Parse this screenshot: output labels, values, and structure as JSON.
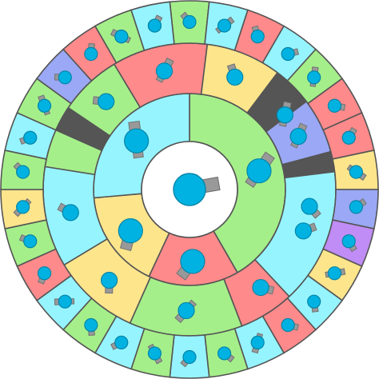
{
  "colors": {
    "green": "#a5ef8a",
    "cyan": "#96f4ff",
    "yellow": "#fde58c",
    "red": "#fe8a8b",
    "blue": "#9aa8f5",
    "purple": "#c08cf5",
    "locked": "#555555",
    "outline": "#555555",
    "tank_body": "#00b2e1",
    "tank_outline": "#0085a8",
    "barrel": "#999999",
    "barrel_outline": "#727272"
  },
  "center_tank": {
    "name": "basic",
    "icon": "basic-tank-icon"
  },
  "rings": [
    {
      "name": "tier-2",
      "segments": [
        {
          "color": "green",
          "span": 150,
          "icon": "twin-tank-icon"
        },
        {
          "color": "red",
          "span": 55,
          "icon": "machine-gun-tank-icon"
        },
        {
          "color": "yellow",
          "span": 60,
          "icon": "sniper-tank-icon"
        },
        {
          "color": "cyan",
          "span": 95,
          "icon": "flank-guard-tank-icon"
        }
      ]
    },
    {
      "name": "tier-3",
      "segments": [
        {
          "color": "cyan",
          "span": 30,
          "icon": "quad-tank-icon"
        },
        {
          "color": "green",
          "span": 62,
          "icon": "twin-flank-tank-icon"
        },
        {
          "color": "red",
          "span": 30,
          "icon": "triple-shot-tank-icon"
        },
        {
          "color": "green",
          "span": 45,
          "icon": "trapper-tank-icon"
        },
        {
          "color": "yellow",
          "span": 35,
          "icon": "destroyer-tank-icon"
        },
        {
          "color": "cyan",
          "span": 40,
          "icon": "gunner-tank-icon"
        },
        {
          "color": "green",
          "span": 15,
          "icon": ""
        },
        {
          "color": "locked",
          "span": 10,
          "icon": ""
        },
        {
          "color": "green",
          "span": 25,
          "icon": "overseer-tank-icon"
        },
        {
          "color": "red",
          "span": 38,
          "icon": "assassin-tank-icon"
        },
        {
          "color": "yellow",
          "span": 30,
          "icon": "hunter-tank-icon"
        },
        {
          "color": "locked",
          "span": 16,
          "icon": ""
        },
        {
          "color": "blue",
          "span": 22,
          "icon": "smasher-tank-icon"
        },
        {
          "color": "locked",
          "span": 8,
          "icon": ""
        },
        {
          "color": "cyan",
          "span": 54,
          "icon": "tri-angle-tank-icon"
        }
      ]
    },
    {
      "name": "tier-4",
      "segments": [
        {
          "color": "cyan",
          "span": 12,
          "icon": "octo-tank-icon"
        },
        {
          "color": "green",
          "span": 12,
          "icon": "auto-5-tank-icon"
        },
        {
          "color": "green",
          "span": 12,
          "icon": "quad-trapper-tank-icon"
        },
        {
          "color": "cyan",
          "span": 12,
          "icon": "mega-trapper-tank-icon"
        },
        {
          "color": "red",
          "span": 12,
          "icon": "gunner-trapper-tank-icon"
        },
        {
          "color": "cyan",
          "span": 12,
          "icon": "tri-trapper-tank-icon"
        },
        {
          "color": "green",
          "span": 12,
          "icon": "auto-trapper-tank-icon"
        },
        {
          "color": "red",
          "span": 12,
          "icon": "overtrapper-tank-icon"
        },
        {
          "color": "red",
          "span": 12,
          "icon": "booster-tank-icon"
        },
        {
          "color": "yellow",
          "span": 12,
          "icon": "fighter-tank-icon"
        },
        {
          "color": "blue",
          "span": 12,
          "icon": "landmine-tank-icon"
        },
        {
          "color": "purple",
          "span": 12,
          "icon": "spike-tank-icon"
        },
        {
          "color": "yellow",
          "span": 12,
          "icon": "ranger-tank-icon"
        },
        {
          "color": "cyan",
          "span": 12,
          "icon": "stalker-tank-icon"
        },
        {
          "color": "red",
          "span": 12,
          "icon": "streamliner-tank-icon"
        },
        {
          "color": "cyan",
          "span": 12,
          "icon": "predator-tank-icon"
        },
        {
          "color": "green",
          "span": 12,
          "icon": "skimmer-tank-icon"
        },
        {
          "color": "cyan",
          "span": 12,
          "icon": "rocketeer-tank-icon"
        },
        {
          "color": "green",
          "span": 12,
          "icon": "annihilator-tank-icon"
        },
        {
          "color": "cyan",
          "span": 12,
          "icon": "hybrid-tank-icon"
        },
        {
          "color": "green",
          "span": 12,
          "icon": "auto-gunner-tank-icon"
        },
        {
          "color": "cyan",
          "span": 12,
          "icon": "sprayer-tank-icon"
        },
        {
          "color": "red",
          "span": 12,
          "icon": "penta-shot-tank-icon"
        },
        {
          "color": "green",
          "span": 12,
          "icon": "spread-shot-tank-icon"
        },
        {
          "color": "yellow",
          "span": 12,
          "icon": "triplet-tank-icon"
        },
        {
          "color": "green",
          "span": 12,
          "icon": "triple-twin-tank-icon"
        },
        {
          "color": "cyan",
          "span": 12,
          "icon": "battleship-tank-icon"
        },
        {
          "color": "green",
          "span": 12,
          "icon": "factory-tank-icon"
        },
        {
          "color": "blue",
          "span": 12,
          "icon": "necromancer-tank-icon"
        },
        {
          "color": "red",
          "span": 12,
          "icon": "manager-tank-icon"
        },
        {
          "color": "green",
          "span": 12,
          "icon": "overlord-tank-icon"
        },
        {
          "color": "cyan",
          "span": 12,
          "icon": "auto-3-tank-icon"
        }
      ]
    }
  ]
}
